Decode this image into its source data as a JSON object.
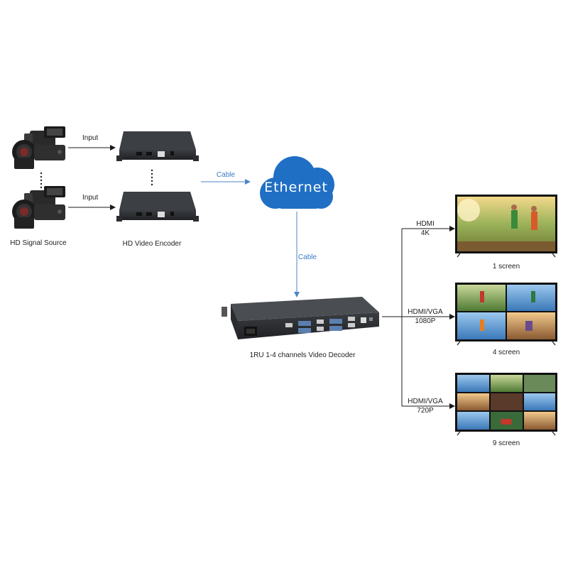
{
  "sources": {
    "label": "HD Signal Source",
    "input_label_1": "Input",
    "input_label_2": "Input"
  },
  "encoders": {
    "label": "HD Video Encoder"
  },
  "network": {
    "cable_label_1": "Cable",
    "cloud_label": "Ethernet",
    "cable_label_2": "Cable"
  },
  "decoder": {
    "label": "1RU 1-4 channels Video Decoder"
  },
  "outputs": [
    {
      "line1": "HDMI",
      "line2": "4K",
      "screen_label": "1 screen"
    },
    {
      "line1": "HDMI/VGA",
      "line2": "1080P",
      "screen_label": "4 screen"
    },
    {
      "line1": "HDMI/VGA",
      "line2": "720P",
      "screen_label": "9 screen"
    }
  ],
  "colors": {
    "cloud": "#1f6fc4",
    "cable_arrow": "#4a86c8",
    "device_body": "#2b2d30",
    "line": "#1a1a1a"
  }
}
